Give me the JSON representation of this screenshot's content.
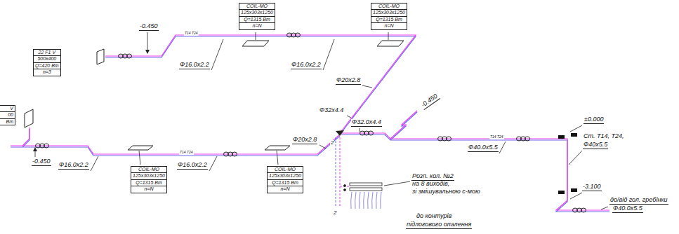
{
  "diagram": {
    "nodes": [
      {
        "text": [
          "COIL-MO",
          "125x303x1250",
          "Q=1315 Вт",
          "n=N"
        ]
      },
      {
        "text": [
          "COIL-MO",
          "125x303x1250",
          "Q=1315 Вт",
          "n=N"
        ]
      },
      {
        "text": [
          "22 F1 V",
          "500x400",
          "Q=420 Вт",
          "n=3"
        ]
      },
      {
        "text": [
          "V",
          "00",
          "Вт"
        ]
      },
      {
        "text": [
          "COIL-MO",
          "125x303x1250",
          "Q=1315 Вт",
          "n=N"
        ]
      },
      {
        "text": [
          "COIL-MO",
          "125x303x1250",
          "Q=1315 Вт",
          "n=N"
        ]
      }
    ],
    "labels": [
      "-0.450",
      "Ф16.0x2.2",
      "Ф16.0x2.2",
      "Ф20x2.8",
      "Ф32x4.4",
      "Ф32.0x4.4",
      "-0.450",
      "Ф20x2.8",
      "±0.000",
      "Ст. Т14, Т24,",
      "Ф40х5.5",
      "Ф40.0x5.5",
      "-0.450",
      "Ф16.0x2.2",
      "Ф16.0x2.2",
      "-3.100",
      "Розп. кол. №2",
      "на 8 виходів,",
      "зі змішувальною с-мою",
      "до/від гол. гребінки",
      "Ф40.0x5.5",
      "до контурів",
      "підлогового опалення",
      "2",
      "2",
      "Т14 Т24",
      "Т14 Т24",
      "Т14 Т24"
    ]
  }
}
